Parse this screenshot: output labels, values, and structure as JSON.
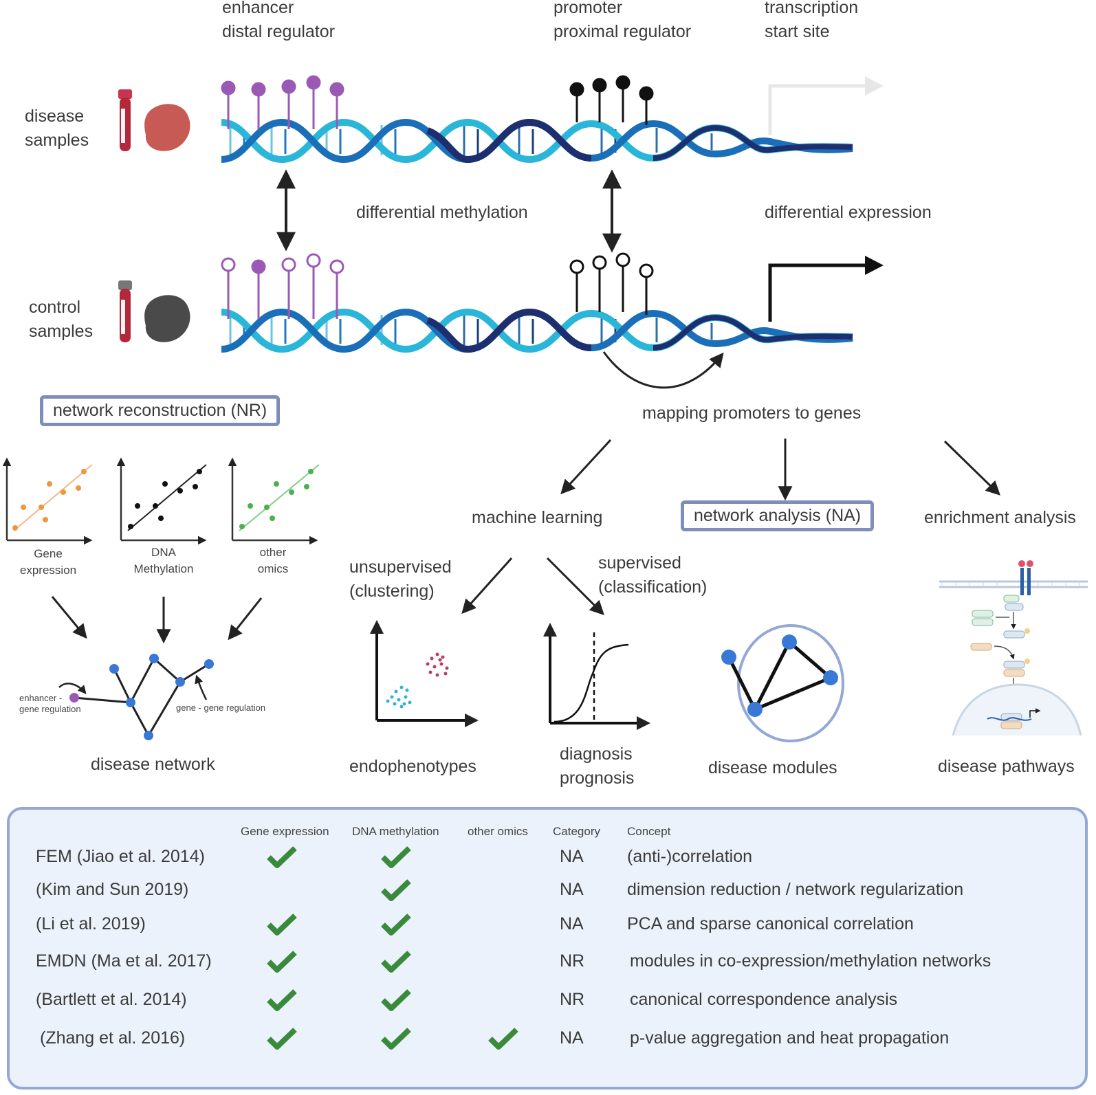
{
  "header": {
    "enhancer": [
      "enhancer",
      "distal regulator"
    ],
    "promoter": [
      "promoter",
      "proximal regulator"
    ],
    "tss": [
      "transcription",
      "start site"
    ]
  },
  "samples": {
    "disease": [
      "disease",
      "samples"
    ],
    "control": [
      "control",
      "samples"
    ]
  },
  "differential": {
    "methylation": "differential methylation",
    "expression": "differential expression"
  },
  "mapping": "mapping promoters to genes",
  "nr": {
    "box": "network reconstruction (NR)",
    "plots": [
      {
        "label": [
          "Gene",
          "expression"
        ],
        "color": "#f0963c"
      },
      {
        "label": [
          "DNA",
          "Methylation"
        ],
        "color": "#111111"
      },
      {
        "label": [
          "other",
          "omics"
        ],
        "color": "#4caf50"
      }
    ],
    "enhancer_gene": [
      "enhancer -",
      "gene regulation"
    ],
    "gene_gene": "gene - gene regulation",
    "caption": "disease network"
  },
  "ml": {
    "title": "machine learning",
    "unsupervised": [
      "unsupervised",
      "(clustering)"
    ],
    "supervised": [
      "supervised",
      "(classification)"
    ],
    "endophenotypes": "endophenotypes",
    "diagnosis": [
      "diagnosis",
      "prognosis"
    ]
  },
  "na": {
    "box": "network analysis (NA)",
    "caption": "disease modules"
  },
  "enrichment": {
    "title": "enrichment analysis",
    "caption": "disease pathways"
  },
  "colors": {
    "accent_box": "#7f8dbb",
    "panel_bg": "#ecf2fb",
    "check": "#3a8a3c",
    "node": "#3a78d6",
    "enhancer_lollipop": "#9b59b6"
  },
  "table": {
    "headers": [
      "Gene expression",
      "DNA methylation",
      "other omics",
      "Category",
      "Concept"
    ],
    "rows": [
      {
        "method": "FEM (Jiao et al. 2014)",
        "gene_expression": true,
        "dna_methylation": true,
        "other_omics": false,
        "category": "NA",
        "concept": "(anti-)correlation"
      },
      {
        "method": "(Kim and Sun 2019)",
        "gene_expression": false,
        "dna_methylation": true,
        "other_omics": false,
        "category": "NA",
        "concept": "dimension reduction / network regularization"
      },
      {
        "method": "(Li et al. 2019)",
        "gene_expression": true,
        "dna_methylation": true,
        "other_omics": false,
        "category": "NA",
        "concept": "PCA and sparse canonical correlation"
      },
      {
        "method": "EMDN (Ma et al. 2017)",
        "gene_expression": true,
        "dna_methylation": true,
        "other_omics": false,
        "category": "NR",
        "concept": "modules in co-expression/methylation networks"
      },
      {
        "method": "(Bartlett et al. 2014)",
        "gene_expression": true,
        "dna_methylation": true,
        "other_omics": false,
        "category": "NR",
        "concept": "canonical correspondence analysis"
      },
      {
        "method": "(Zhang et al. 2016)",
        "gene_expression": true,
        "dna_methylation": true,
        "other_omics": true,
        "category": "NA",
        "concept": "p-value aggregation and heat propagation"
      }
    ]
  }
}
